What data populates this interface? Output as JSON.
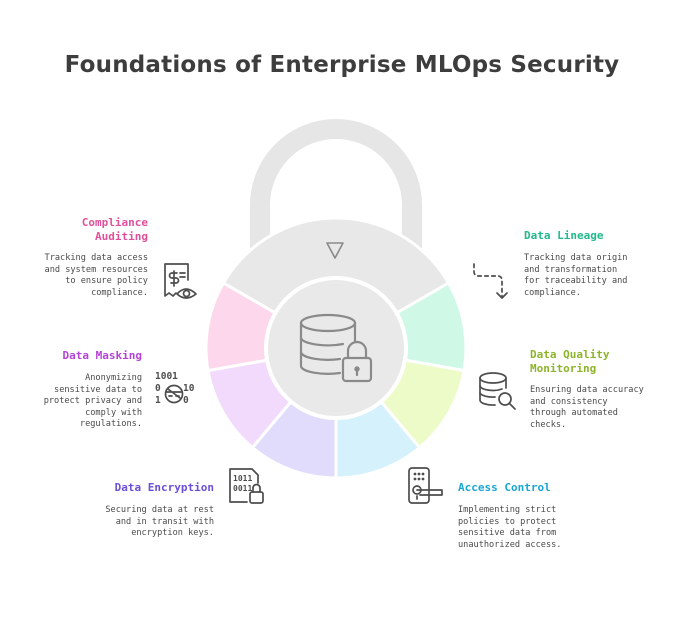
{
  "title": "Foundations of Enterprise MLOps Security",
  "colors": {
    "ring_top": "#e8e8e8",
    "center": "#e9e9e9",
    "icon_stroke": "#8a8a8a"
  },
  "items": [
    {
      "id": "compliance",
      "label": "Compliance\nAuditing",
      "color": "#e0509b",
      "fill": "#fdd8ec",
      "icon": "receipt-eye-icon",
      "description": "Tracking data access\nand system resources\nto ensure policy\ncompliance."
    },
    {
      "id": "masking",
      "label": "Data Masking",
      "color": "#b443d6",
      "fill": "#f1dafb",
      "icon": "binary-mask-icon",
      "description": "Anonymizing\nsensitive data to\nprotect privacy and\ncomply with\nregulations."
    },
    {
      "id": "encryption",
      "label": "Data Encryption",
      "color": "#6b4fd8",
      "fill": "#e2dcfc",
      "icon": "encrypted-file-icon",
      "description": "Securing data at rest\nand in transit with\nencryption keys."
    },
    {
      "id": "access",
      "label": "Access Control",
      "color": "#1aa6d6",
      "fill": "#d5f1fb",
      "icon": "keypad-lock-icon",
      "description": "Implementing strict\npolicies to protect\nsensitive data from\nunauthorized access."
    },
    {
      "id": "quality",
      "label": "Data Quality\nMonitoring",
      "color": "#8db52a",
      "fill": "#ecfbc8",
      "icon": "database-search-icon",
      "description": "Ensuring data accuracy\nand consistency\nthrough automated\nchecks."
    },
    {
      "id": "lineage",
      "label": "Data Lineage",
      "color": "#22b98a",
      "fill": "#d0f8e7",
      "icon": "lineage-arrow-icon",
      "description": "Tracking data origin\nand transformation\nfor traceability and\ncompliance."
    }
  ],
  "icon_text": {
    "binary_row1": "1001",
    "binary_row2a": "0",
    "binary_row2b": "10",
    "binary_row3a": "1",
    "binary_row3b": "0",
    "file_binary1": "1011",
    "file_binary2": "0011"
  }
}
